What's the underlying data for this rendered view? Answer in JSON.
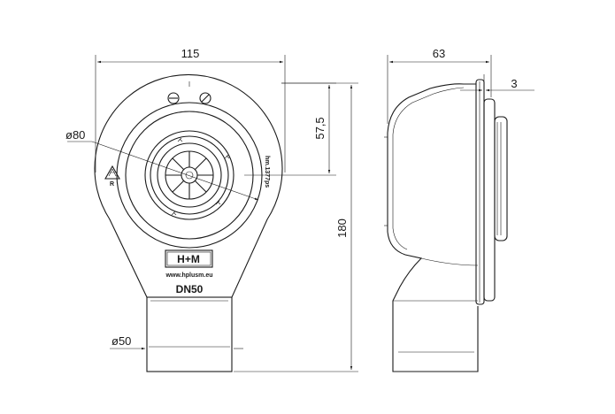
{
  "dimensions": {
    "width_top": "115",
    "depth_top": "63",
    "height_right": "180",
    "offset_57": "57,5",
    "flange_3": "3",
    "diameter_80": "ø80",
    "diameter_50": "ø50"
  },
  "product": {
    "logo": "H+M",
    "website": "www.hplusm.eu",
    "size_label": "DN50",
    "flow_marking": "hm.1377ps"
  },
  "colors": {
    "line": "#1a1a1a",
    "background": "#ffffff"
  }
}
